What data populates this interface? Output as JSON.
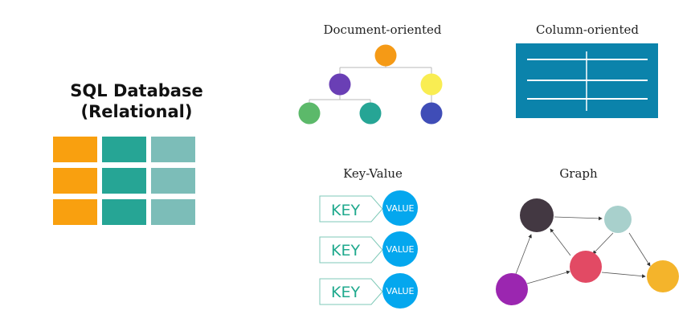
{
  "sql": {
    "title_line1": "SQL Database",
    "title_line2": "(Relational)",
    "colors": [
      "#f9a00f",
      "#26a595",
      "#7cbdb8"
    ]
  },
  "document": {
    "label": "Document-oriented",
    "node_colors": {
      "root": "#f59a16",
      "left": "#6a3fb5",
      "right": "#f9ed52",
      "left_left": "#5cb96a",
      "left_right": "#26a595",
      "right_child": "#3f4db7"
    }
  },
  "column": {
    "label": "Column-oriented",
    "bg_color": "#0b83ab"
  },
  "key_value": {
    "label": "Key-Value",
    "pairs": [
      {
        "key": "KEY",
        "value": "VALUE"
      },
      {
        "key": "KEY",
        "value": "VALUE"
      },
      {
        "key": "KEY",
        "value": "VALUE"
      }
    ],
    "value_color": "#04a7ee",
    "key_color": "#1fa98d"
  },
  "graph": {
    "label": "Graph",
    "node_colors": {
      "dark": "#433842",
      "mint": "#a8d0cc",
      "red": "#e24a64",
      "orange": "#f4b42b",
      "purple": "#9b26b0"
    }
  }
}
